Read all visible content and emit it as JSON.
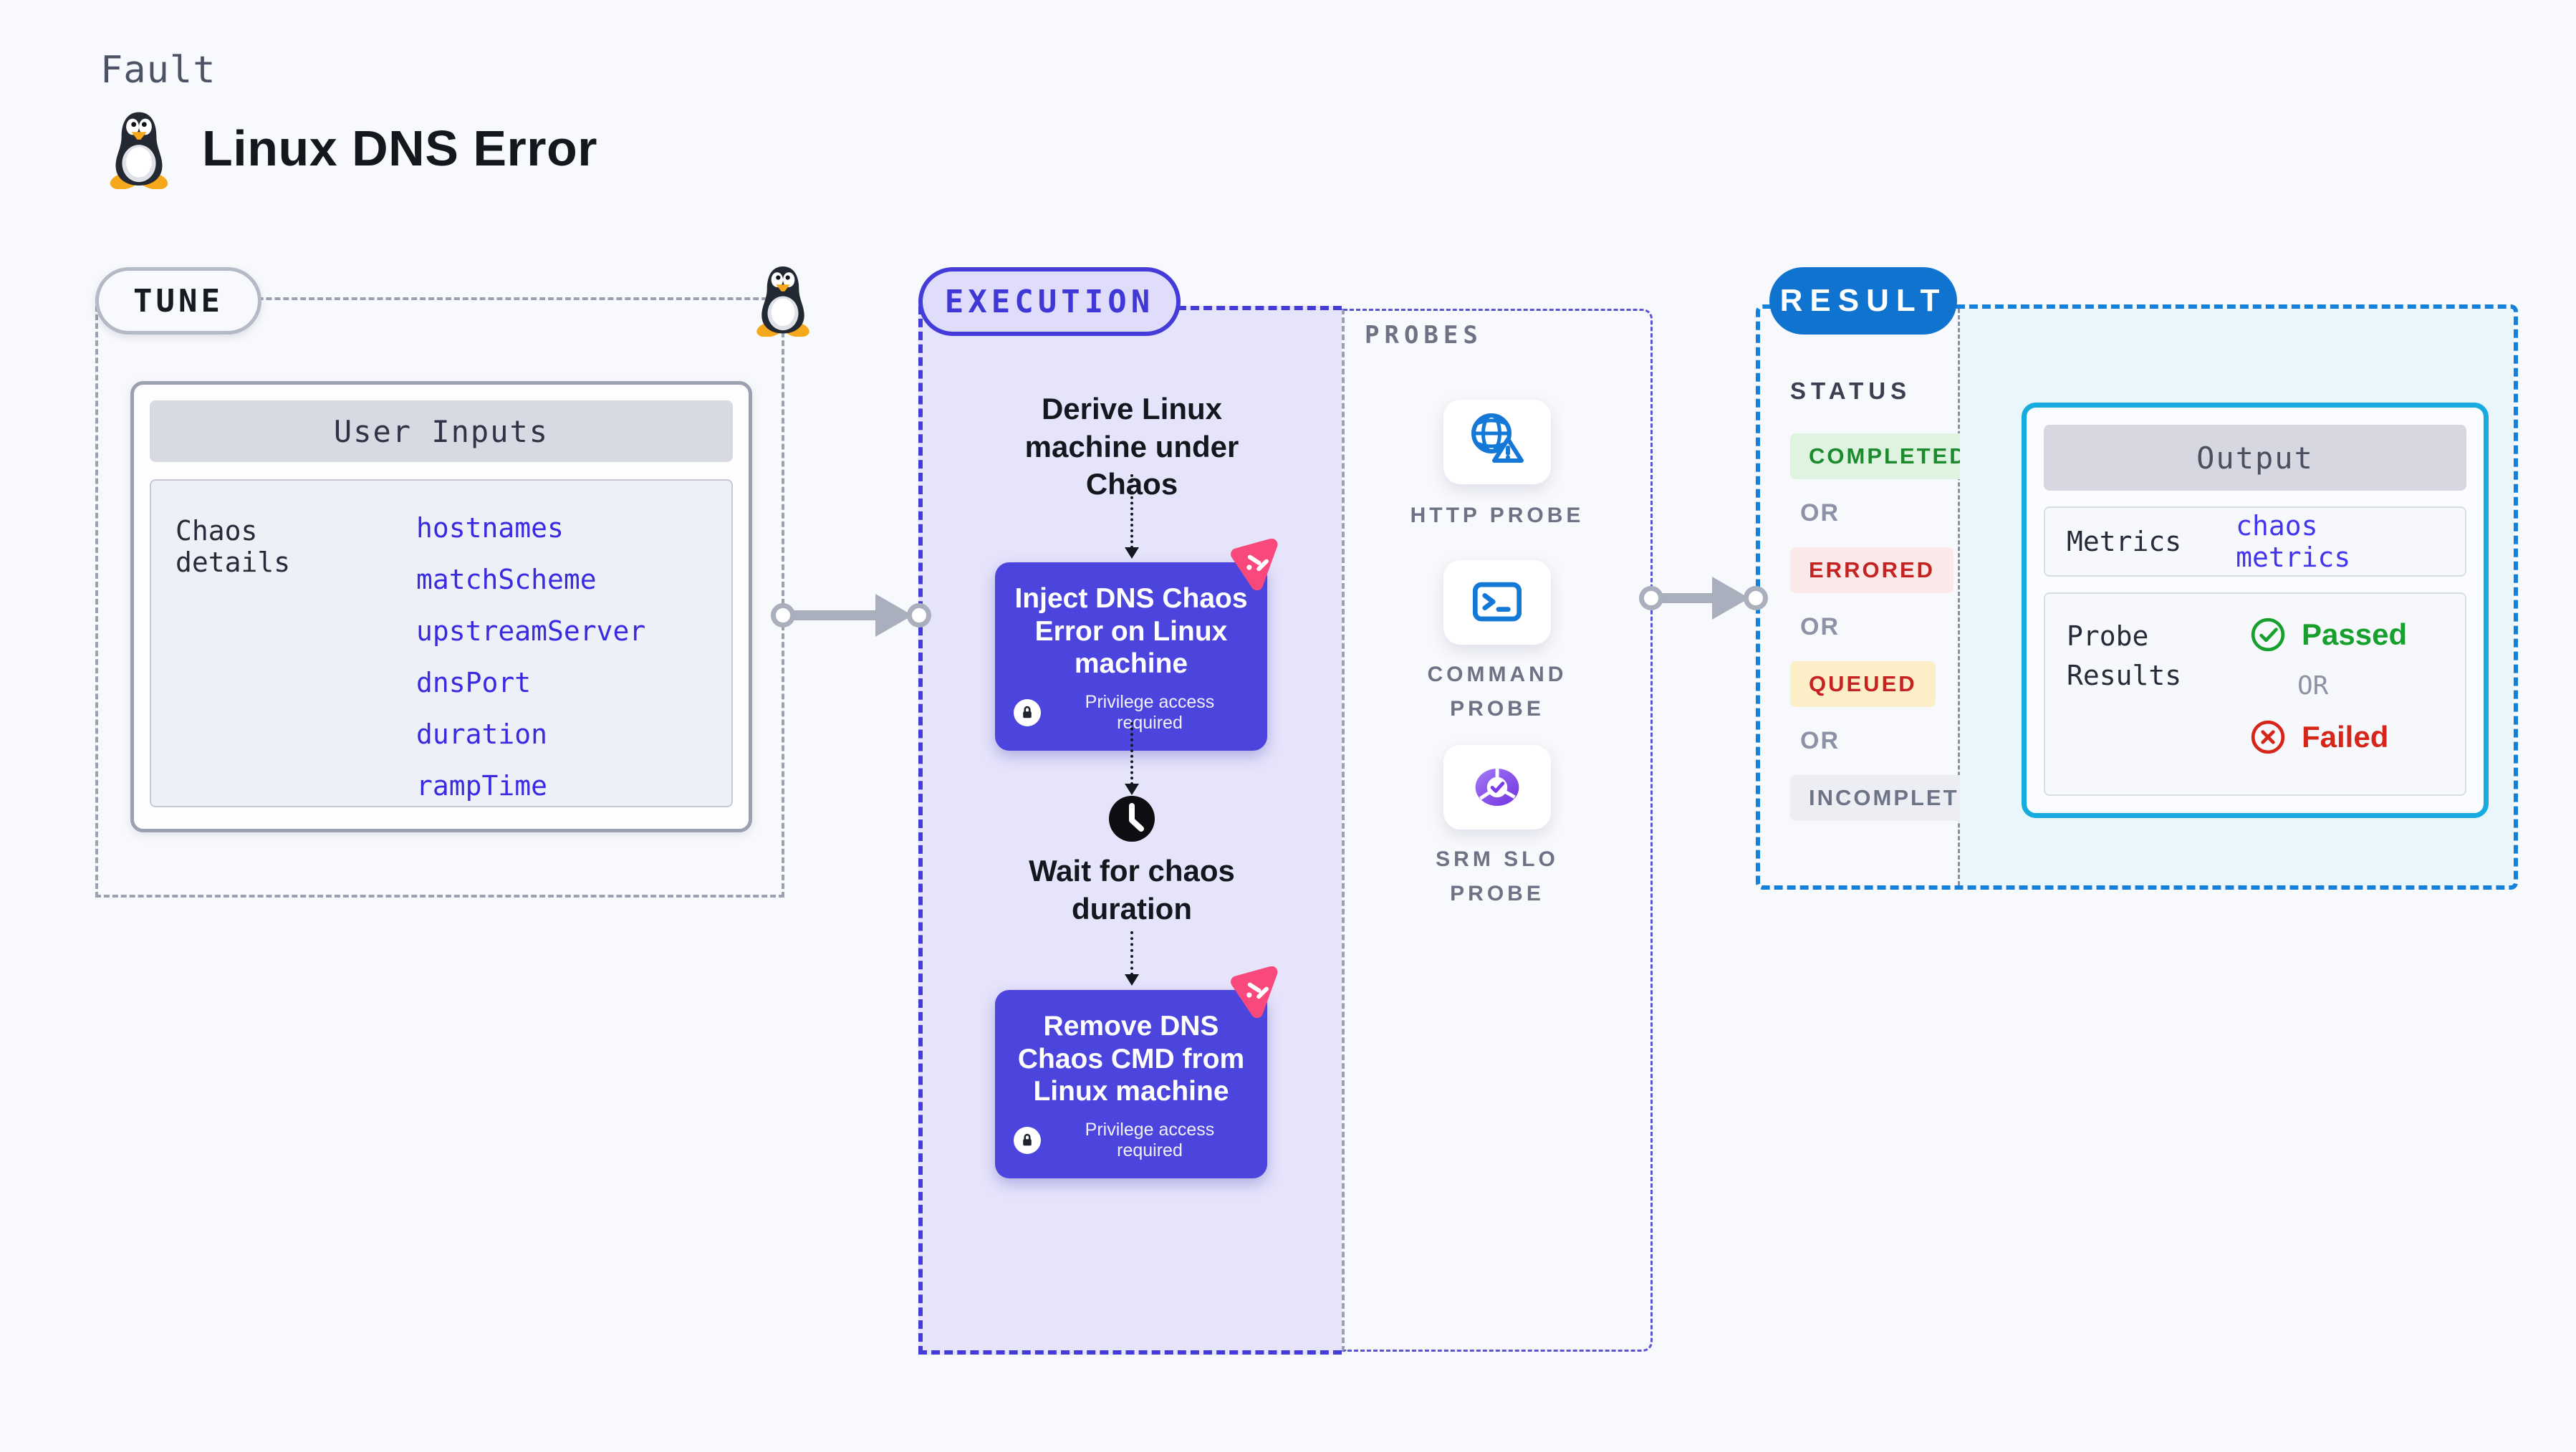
{
  "page": {
    "kicker": "Fault",
    "title": "Linux DNS Error"
  },
  "tune": {
    "pill": "TUNE",
    "card": {
      "title": "User Inputs",
      "row_label": "Chaos details",
      "params": [
        "hostnames",
        "matchScheme",
        "upstreamServer",
        "dnsPort",
        "duration",
        "rampTime"
      ]
    }
  },
  "execution": {
    "pill": "EXECUTION",
    "derive_step": "Derive Linux machine under Chaos",
    "inject_step": "Inject DNS Chaos Error on Linux machine",
    "privilege_note": "Privilege access required",
    "wait_step": "Wait for chaos duration",
    "remove_step": "Remove DNS Chaos CMD from Linux machine"
  },
  "probes": {
    "heading": "PROBES",
    "items": [
      {
        "label": "HTTP PROBE"
      },
      {
        "label": "COMMAND PROBE"
      },
      {
        "label": "SRM SLO PROBE"
      }
    ]
  },
  "result": {
    "pill": "RESULT",
    "status_heading": "STATUS",
    "or_label": "OR",
    "statuses": [
      {
        "label": "COMPLETED",
        "state": "completed"
      },
      {
        "label": "ERRORED",
        "state": "errored"
      },
      {
        "label": "QUEUED",
        "state": "queued"
      },
      {
        "label": "INCOMPLETED",
        "state": "incompleted"
      }
    ],
    "output": {
      "title": "Output",
      "metrics_label": "Metrics",
      "metrics_value": "chaos metrics",
      "probe_results_label": "Probe Results",
      "passed_label": "Passed",
      "failed_label": "Failed"
    }
  },
  "colors": {
    "page-bg": "#f8f9fc",
    "ink": "#14171e",
    "kicker": "#4d5366",
    "dash-gray": "#9ba1b0",
    "pill-gray-border": "#b4b9c6",
    "card-border": "#9ba1b0",
    "card-head-bg": "#d8dae3",
    "card-head-text": "#2e3446",
    "list-bg": "#eef0f7",
    "list-border": "#c7cad6",
    "param-blue": "#3a2be0",
    "label-dark": "#262b3a",
    "indigo": "#433cd8",
    "indigo-text": "#4038d6",
    "lavender": "#e6e4fb",
    "pill-lavender": "#dfddfa",
    "node-purple": "#4b45de",
    "probe-dash": "#5b54cf",
    "gray-label": "#6d7285",
    "probe-blue": "#1478d6",
    "violet": "#7c3aed",
    "arrow-gray": "#a9afbd",
    "result-blue": "#1173d0",
    "result-dash": "#1580da",
    "cyan": "#17abe0",
    "cyan-bg": "#e9f6fc",
    "out-head-bg": "#d6d7e0",
    "out-head-text": "#4b5060",
    "row-bg": "#f7f8fc",
    "row-border": "#d9dbe5",
    "metric-blue": "#4334ee",
    "green": "#17a02d",
    "green-badge-bg": "#def3e0",
    "green-badge-text": "#1d8a2e",
    "red": "#d6261a",
    "red-badge-bg": "#fbe9e9",
    "red-badge-text": "#c52222",
    "yellow-badge-bg": "#fcefc7",
    "gray-badge-bg": "#eceef4",
    "gray-badge-text": "#6d7488",
    "or-gray": "#8d92a6",
    "slate": "#3a4052",
    "divider": "#8b90a0",
    "pink": "#f8487c",
    "tux-orange": "#f6a81c"
  }
}
